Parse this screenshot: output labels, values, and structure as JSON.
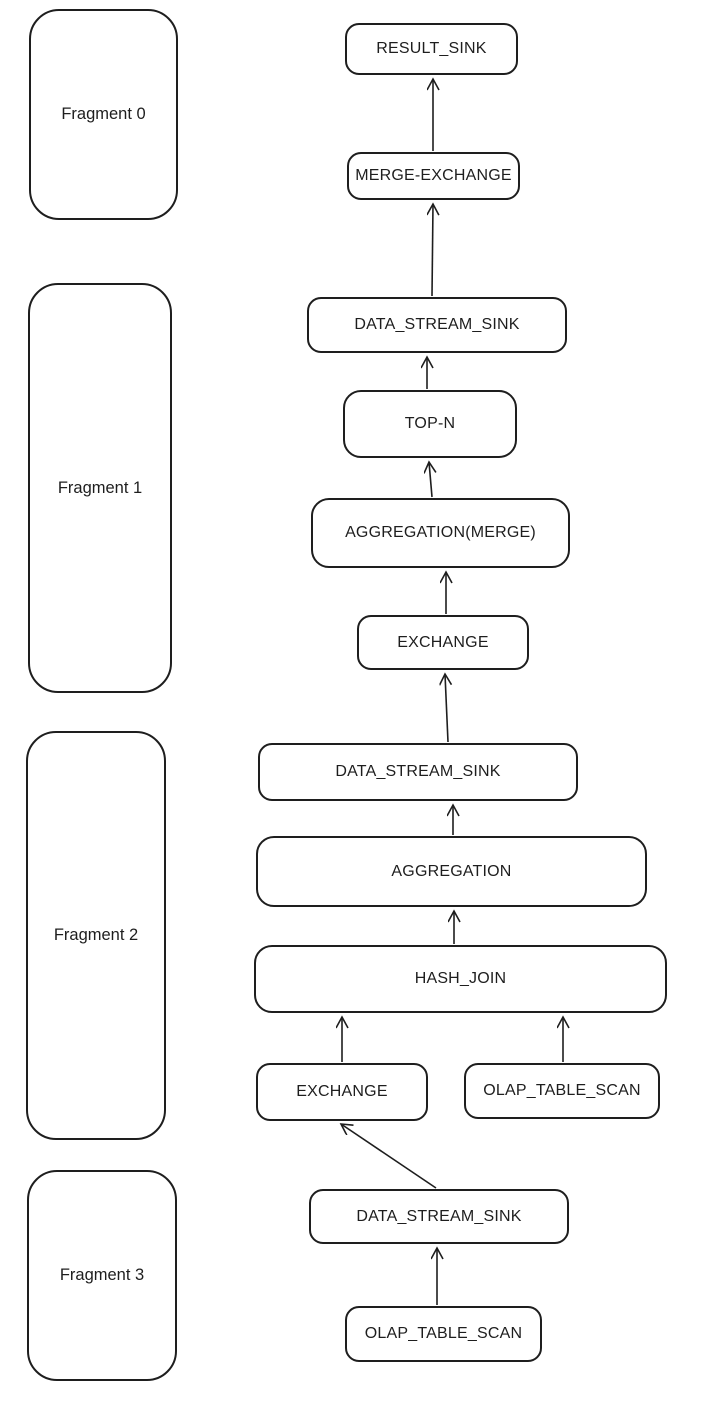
{
  "diagram": {
    "colors": {
      "stroke": "#1e1e1e",
      "background": "#ffffff"
    },
    "fragments": [
      {
        "id": "fragment-0",
        "label": "Fragment 0"
      },
      {
        "id": "fragment-1",
        "label": "Fragment 1"
      },
      {
        "id": "fragment-2",
        "label": "Fragment 2"
      },
      {
        "id": "fragment-3",
        "label": "Fragment 3"
      }
    ],
    "nodes": [
      {
        "id": "result-sink",
        "label": "RESULT_SINK"
      },
      {
        "id": "merge-exchange",
        "label": "MERGE-EXCHANGE"
      },
      {
        "id": "data-stream-sink-1",
        "label": "DATA_STREAM_SINK"
      },
      {
        "id": "top-n",
        "label": "TOP-N"
      },
      {
        "id": "aggregation-merge",
        "label": "AGGREGATION(MERGE)"
      },
      {
        "id": "exchange-1",
        "label": "EXCHANGE"
      },
      {
        "id": "data-stream-sink-2",
        "label": "DATA_STREAM_SINK"
      },
      {
        "id": "aggregation",
        "label": "AGGREGATION"
      },
      {
        "id": "hash-join",
        "label": "HASH_JOIN"
      },
      {
        "id": "exchange-2",
        "label": "EXCHANGE"
      },
      {
        "id": "olap-table-scan-1",
        "label": "OLAP_TABLE_SCAN"
      },
      {
        "id": "data-stream-sink-3",
        "label": "DATA_STREAM_SINK"
      },
      {
        "id": "olap-table-scan-2",
        "label": "OLAP_TABLE_SCAN"
      }
    ],
    "edges": [
      {
        "from": "merge-exchange",
        "to": "result-sink"
      },
      {
        "from": "data-stream-sink-1",
        "to": "merge-exchange"
      },
      {
        "from": "top-n",
        "to": "data-stream-sink-1"
      },
      {
        "from": "aggregation-merge",
        "to": "top-n"
      },
      {
        "from": "exchange-1",
        "to": "aggregation-merge"
      },
      {
        "from": "data-stream-sink-2",
        "to": "exchange-1"
      },
      {
        "from": "aggregation",
        "to": "data-stream-sink-2"
      },
      {
        "from": "hash-join",
        "to": "aggregation"
      },
      {
        "from": "exchange-2",
        "to": "hash-join"
      },
      {
        "from": "olap-table-scan-1",
        "to": "hash-join"
      },
      {
        "from": "data-stream-sink-3",
        "to": "exchange-2"
      },
      {
        "from": "olap-table-scan-2",
        "to": "data-stream-sink-3"
      }
    ]
  }
}
